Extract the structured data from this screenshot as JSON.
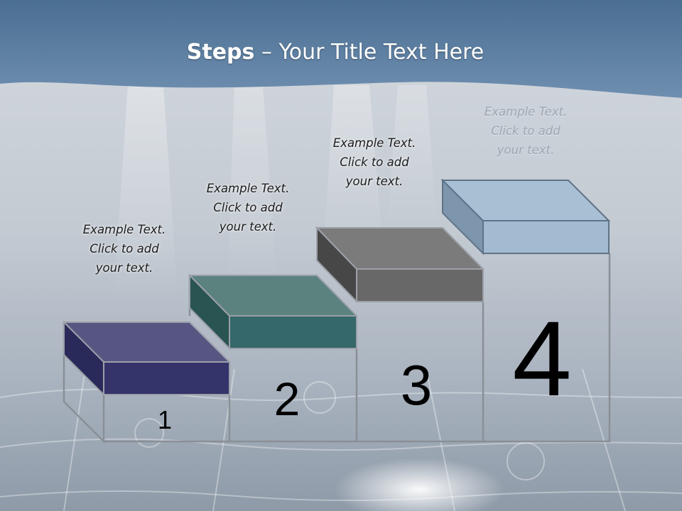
{
  "slide": {
    "title_bold": "Steps",
    "title_rest": " – Your Title Text Here"
  },
  "steps": [
    {
      "number": "1",
      "caption": [
        "Example Text.",
        "Click  to add",
        "your text."
      ],
      "color": "#3a3870"
    },
    {
      "number": "2",
      "caption": [
        "Example Text.",
        "Click  to add",
        "your text."
      ],
      "color": "#3a6b68"
    },
    {
      "number": "3",
      "caption": [
        "Example Text.",
        "Click  to add",
        "your text."
      ],
      "color": "#6e6e6e"
    },
    {
      "number": "4",
      "caption": [
        "Example Text.",
        "Click  to add",
        "your text."
      ],
      "color": "#a8c0d4"
    }
  ]
}
